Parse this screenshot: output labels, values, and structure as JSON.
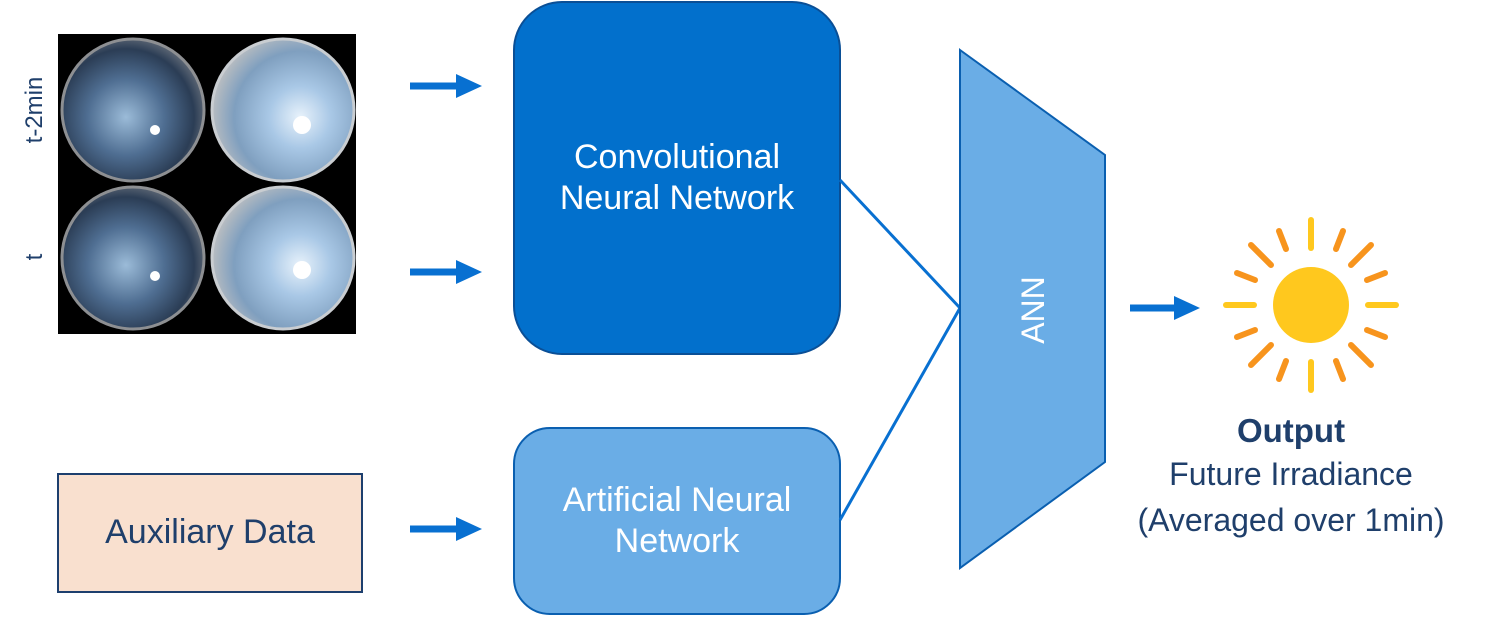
{
  "inputs": {
    "time_labels": [
      "t-2min",
      "t"
    ],
    "auxiliary_label": "Auxiliary Data"
  },
  "blocks": {
    "cnn_line1": "Convolutional",
    "cnn_line2": "Neural Network",
    "ann_small_line1": "Artificial Neural",
    "ann_small_line2": "Network",
    "ann_main": "ANN"
  },
  "output": {
    "title": "Output",
    "line1": "Future Irradiance",
    "line2": "(Averaged over 1min)",
    "icon": "sun-icon"
  },
  "colors": {
    "cnn_fill": "#0270cc",
    "cnn_stroke": "#0a4f96",
    "ann_fill": "#6aade6",
    "ann_stroke": "#0a5fb0",
    "aux_fill": "#f9e0cf",
    "aux_stroke": "#1d3f6e",
    "arrow": "#0870d1",
    "text_dark": "#1f3f6b",
    "sun_core": "#ffc81e",
    "sun_ray_orange": "#f7941d",
    "sun_ray_yellow": "#ffc81e"
  }
}
